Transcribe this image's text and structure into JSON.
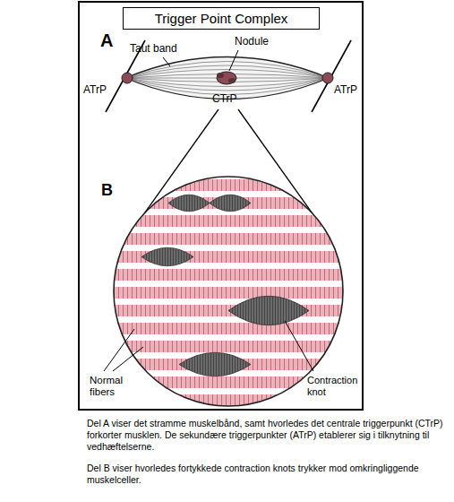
{
  "diagram": {
    "title": "Trigger Point Complex",
    "labels": [
      "A",
      "Taut band",
      "Nodule",
      "ATrP",
      "CTrP",
      "ATrP",
      "B",
      "Normal fibers",
      "Contraction knot",
      "Del A viser det stramme muskelbånd, samt hvorledes det centrale triggerpunkt (CTrP) forkorter musklen. De sekundære triggerpunkter (ATrP) etablerer sig i tilknytning til vedhæftelserne.",
      "Del B viser hvorledes fortykkede contraction knots trykker mod omkringliggende muskelceller."
    ]
  }
}
